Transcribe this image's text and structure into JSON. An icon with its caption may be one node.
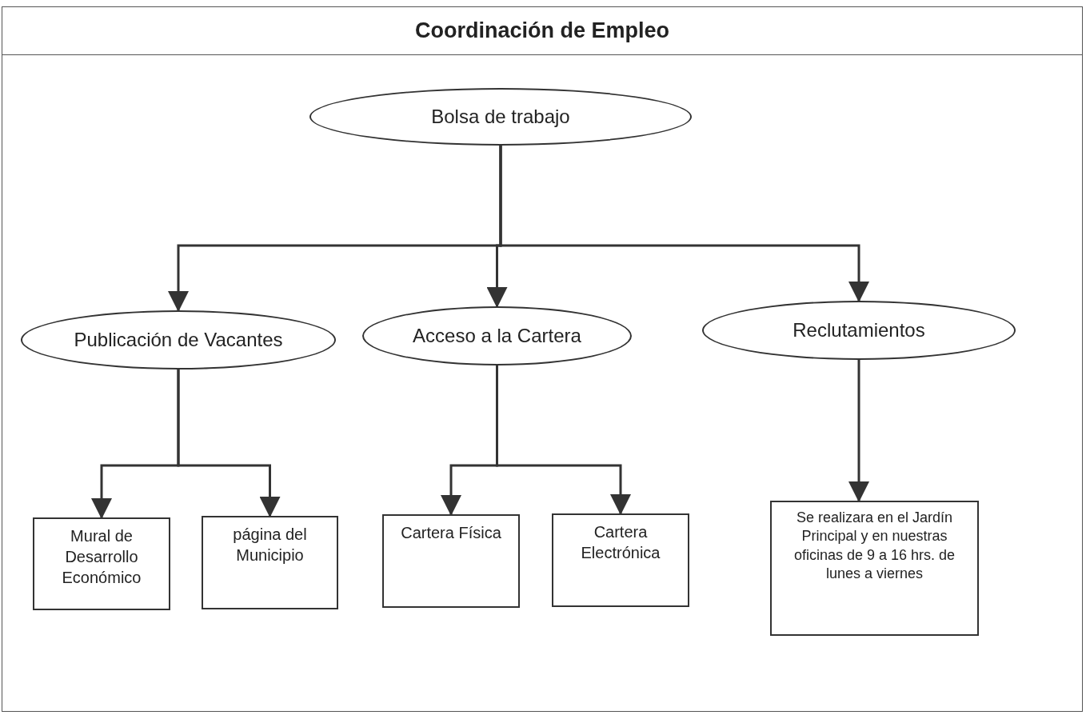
{
  "diagram": {
    "title": "Coordinación de Empleo",
    "nodes": [
      {
        "text": [
          "Bolsa de trabajo"
        ]
      },
      {
        "text": [
          "Publicación de Vacantes"
        ]
      },
      {
        "text": [
          "Acceso a la Cartera"
        ]
      },
      {
        "text": [
          "Reclutamientos"
        ]
      },
      {
        "text": [
          "Mural de Desarrollo Económico"
        ]
      },
      {
        "text": [
          "página del Municipio"
        ]
      },
      {
        "text": [
          "Cartera Física"
        ]
      },
      {
        "text": [
          "Cartera Electrónica"
        ]
      },
      {
        "text": [
          "Se realizara en el Jardín Principal y en nuestras oficinas de 9 a 16 hrs. de lunes a viernes"
        ]
      }
    ],
    "edges": [
      {
        "from": 0,
        "to": 1,
        "arrow": "to"
      },
      {
        "from": 0,
        "to": 2,
        "arrow": "to"
      },
      {
        "from": 0,
        "to": 3,
        "arrow": "to"
      },
      {
        "from": 1,
        "to": 4,
        "arrow": "to"
      },
      {
        "from": 1,
        "to": 5,
        "arrow": "to"
      },
      {
        "from": 2,
        "to": 6,
        "arrow": "to"
      },
      {
        "from": 2,
        "to": 7,
        "arrow": "to"
      },
      {
        "from": 3,
        "to": 8,
        "arrow": "to"
      }
    ]
  }
}
